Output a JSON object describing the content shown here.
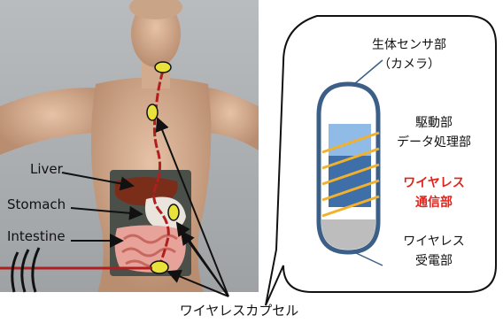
{
  "figure": {
    "organ_labels": {
      "liver": "Liver",
      "stomach": "Stomach",
      "intestine": "Intestine"
    },
    "capsule_callout": {
      "sensor_line1": "生体センサ部",
      "sensor_line2": "（カメラ）",
      "drive_line1": "駆動部",
      "drive_line2": "データ処理部",
      "wireless_comm_line1": "ワイヤレス",
      "wireless_comm_line2": "通信部",
      "wireless_power_line1": "ワイヤレス",
      "wireless_power_line2": "受電部"
    },
    "caption": "ワイヤレスカプセル",
    "colors": {
      "capsule_outline": "#3b5f87",
      "capsule_window": "#8fbbe6",
      "capsule_body": "#3f6fa8",
      "coil": "#f2b12c",
      "highlight_red": "#e0241b",
      "pathway": "#b01e1e",
      "capsule_in_body": "#e8e23a"
    }
  }
}
